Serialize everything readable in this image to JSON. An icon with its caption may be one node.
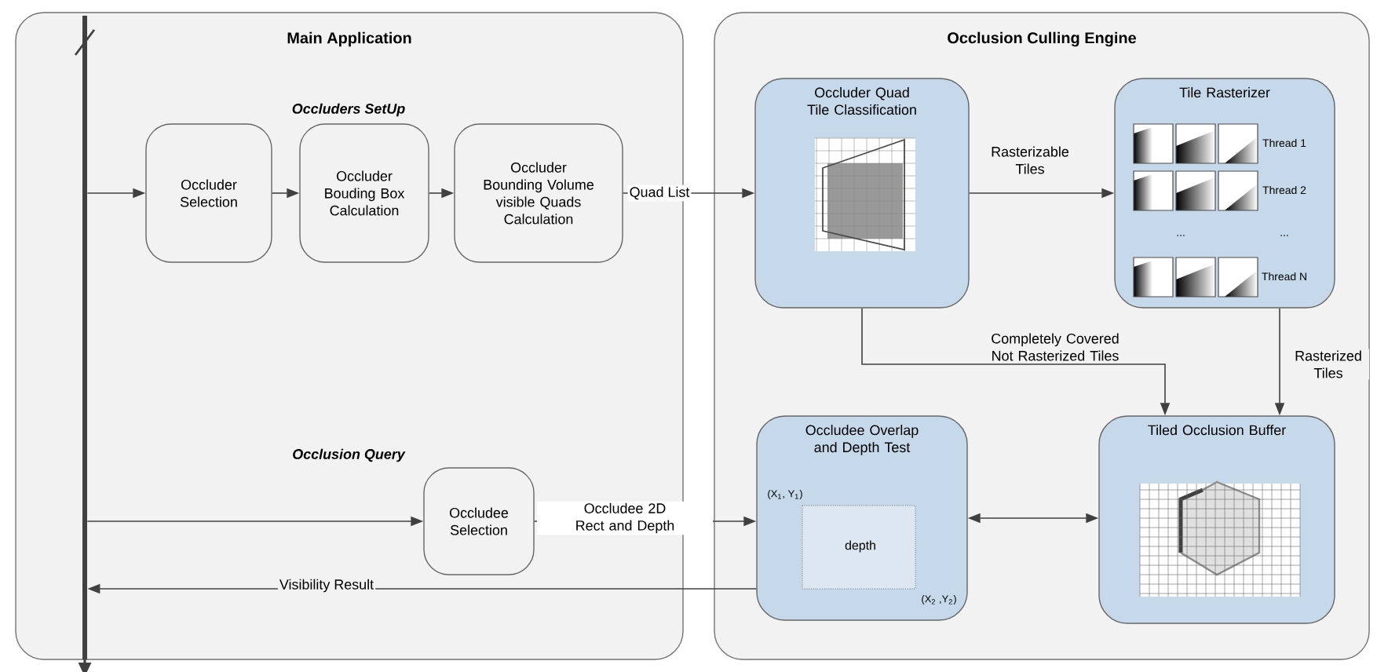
{
  "diagram": {
    "nodes": [
      {
        "text": [
          "Main Application"
        ]
      },
      {
        "text": [],
        "shape": "bar",
        "in": 0
      },
      {
        "text": [
          "Occluder Selection"
        ],
        "in": 0
      },
      {
        "text": [
          "Occluder Bouding Box Calculation"
        ],
        "in": 0
      },
      {
        "text": [
          "Occluder Bounding Volume visible Quads Calculation"
        ],
        "in": 0
      },
      {
        "text": [
          "Occludee Selection"
        ],
        "in": 0
      },
      {
        "text": [
          "Occlusion Culling Engine"
        ]
      },
      {
        "text": [
          "Occluder Quad Tile  Classification"
        ],
        "in": 6
      },
      {
        "text": [
          "Tile Rasterizer",
          "Thread 1",
          "Thread 2",
          "...",
          "...",
          "Thread N"
        ],
        "in": 6
      },
      {
        "text": [
          "Occludee Overlap and Depth Test",
          "(X$_{1}$, Y$_{1}$)",
          "depth",
          "(X$_{2}$ ,Y$_{2}$)"
        ],
        "in": 6
      },
      {
        "text": [
          "Tiled Occlusion Buffer"
        ],
        "in": 6
      }
    ],
    "edges": [
      {
        "from": 1,
        "to": 2,
        "arrow": "to"
      },
      {
        "from": 2,
        "to": 3,
        "arrow": "to"
      },
      {
        "from": 3,
        "to": 4,
        "arrow": "to"
      },
      {
        "from": 4,
        "to": 7,
        "arrow": "to",
        "label": "Quad List"
      },
      {
        "from": 7,
        "to": 8,
        "arrow": "to",
        "label": "Rasterizable Tiles"
      },
      {
        "from": 7,
        "to": 10,
        "arrow": "to",
        "label": "Completely Covered Not Rasterized Tiles"
      },
      {
        "from": 8,
        "to": 10,
        "arrow": "to",
        "label": "Rasterized Tiles"
      },
      {
        "from": 1,
        "to": 5,
        "arrow": "to"
      },
      {
        "from": 5,
        "to": 9,
        "arrow": "to",
        "label": "Occludee 2D Rect and Depth"
      },
      {
        "from": 9,
        "to": 10,
        "arrow": "both"
      },
      {
        "from": 9,
        "to": 1,
        "arrow": "to",
        "label": "Visibility Result"
      }
    ],
    "labels": [
      "Occluders SetUp",
      "Occlusion Query"
    ]
  }
}
